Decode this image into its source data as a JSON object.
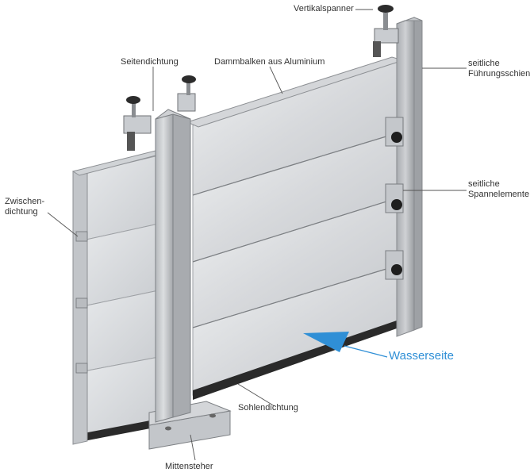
{
  "labels": {
    "vertikalspanner": "Vertikalspanner",
    "seitendichtung": "Seitendichtung",
    "dammbalken": "Dammbalken aus Aluminium",
    "fuehrungsschiene_1": "seitliche",
    "fuehrungsschiene_2": "Führungsschiene",
    "zwischendichtung_1": "Zwischen-",
    "zwischendichtung_2": "dichtung",
    "spannelemente_1": "seitliche",
    "spannelemente_2": "Spannelemente",
    "wasserseite": "Wasserseite",
    "sohlendichtung": "Sohlendichtung",
    "mittensteher": "Mittensteher"
  },
  "colors": {
    "water_accent": "#2f8fd6",
    "aluminium_light": "#e6e7e9",
    "aluminium_dark": "#b9bcc0",
    "seal": "#2a2a2a",
    "leader_line": "#555555"
  }
}
